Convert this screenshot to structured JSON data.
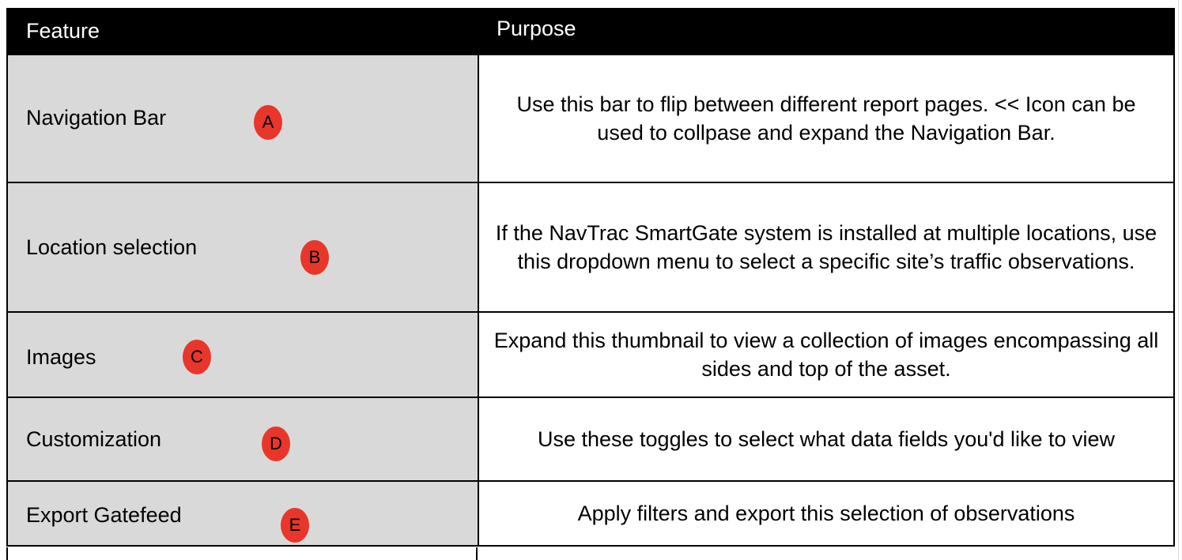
{
  "table": {
    "headers": {
      "feature": "Feature",
      "purpose": "Purpose"
    },
    "rows": [
      {
        "feature": "Navigation Bar",
        "badge": "A",
        "purpose": "Use this bar to flip between different report pages. << Icon can be used to collpase and expand the Navigation Bar."
      },
      {
        "feature": "Location selection",
        "badge": "B",
        "purpose": "If the NavTrac SmartGate system is installed at multiple locations, use this dropdown menu to select a specific site’s traffic observations."
      },
      {
        "feature": "Images",
        "badge": "C",
        "purpose": "Expand this thumbnail to view a collection of images encompassing all sides and top of the asset."
      },
      {
        "feature": "Customization",
        "badge": "D",
        "purpose": "Use these toggles to select what data fields you'd like to view"
      },
      {
        "feature": "Export Gatefeed",
        "badge": "E",
        "purpose": "Apply filters and export this selection of observations"
      }
    ]
  },
  "colors": {
    "header_bg": "#000000",
    "feature_cell_bg": "#d9d9d9",
    "badge_bg": "#e8372a"
  }
}
